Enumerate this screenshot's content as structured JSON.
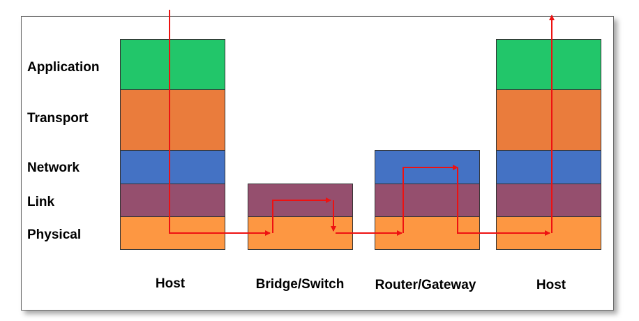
{
  "layers": {
    "application": "Application",
    "transport": "Transport",
    "network": "Network",
    "link": "Link",
    "physical": "Physical"
  },
  "devices": {
    "host_left": "Host",
    "bridge_switch": "Bridge/Switch",
    "router_gateway": "Router/Gateway",
    "host_right": "Host"
  },
  "colors": {
    "application": "#22c66a",
    "transport": "#ea7c3c",
    "network": "#4472c4",
    "link": "#954f6e",
    "physical": "#fd9742",
    "path": "#ee1111"
  }
}
